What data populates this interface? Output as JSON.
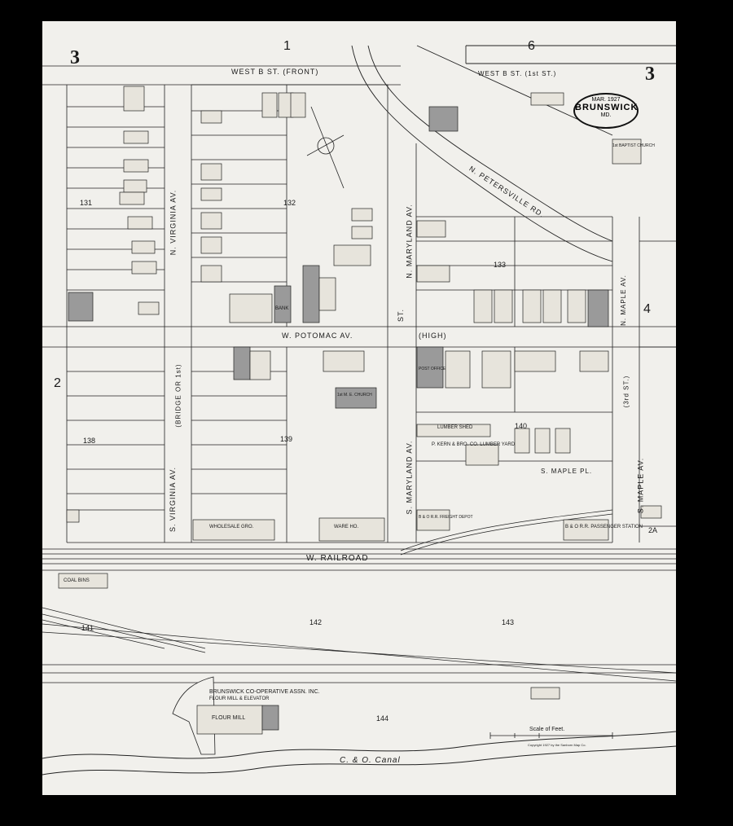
{
  "sheet": {
    "page_number": "3",
    "page_number_right": "3",
    "section_numbers": [
      "1",
      "6",
      "4",
      "2",
      "2A"
    ],
    "stamp": {
      "date": "MAR. 1927",
      "town": "BRUNSWICK",
      "state": "MD."
    }
  },
  "streets": {
    "west_b_front": "WEST  B  ST.  (FRONT)",
    "west_b_first": "WEST B  ST. (1st ST.)",
    "n_petersville": "N. PETERSVILLE  RD.",
    "w_potomac": "W. POTOMAC  AV.",
    "high": "(HIGH)",
    "n_virginia": "N. VIRGINIA  AV.",
    "s_virginia": "S. VIRGINIA  AV.",
    "bridge": "(BRIDGE OR 1st)",
    "n_maryland": "N. MARYLAND  AV.",
    "s_maryland": "S. MARYLAND  AV.",
    "st": "ST.",
    "n_maple": "N. MAPLE  AV.",
    "s_maple": "S. MAPLE  AV.",
    "third_st": "(3rd  ST.)",
    "s_maple_pl": "S. MAPLE PL.",
    "w_railroad": "W. RAILROAD",
    "canal": "C. & O. Canal"
  },
  "blocks": [
    "131",
    "132",
    "133",
    "138",
    "139",
    "140",
    "141",
    "142",
    "143",
    "144"
  ],
  "labels": {
    "kern": "P. KERN & BRO. CO. LUMBER YARD",
    "lumber_shed": "LUMBER SHED",
    "coop": "BRUNSWICK CO-OPERATIVE ASSN. INC.",
    "flour_elev": "FLOUR MILL & ELEVATOR",
    "flour_mill": "FLOUR  MILL",
    "passenger": "B & O R.R. PASSENGER STATION",
    "freight": "B & O R.R. FREIGHT DEPOT",
    "wholesale": "WHOLESALE  GRO.",
    "ware": "WARE HO.",
    "coal": "COAL BINS",
    "bank": "BANK",
    "post_office": "POST OFFICE",
    "me_church": "1st M. E. CHURCH",
    "baptist": "1st BAPTIST CHURCH",
    "scale": "Scale of Feet.",
    "copyright": "Copyright 1927 by the Sanborn Map Co."
  }
}
